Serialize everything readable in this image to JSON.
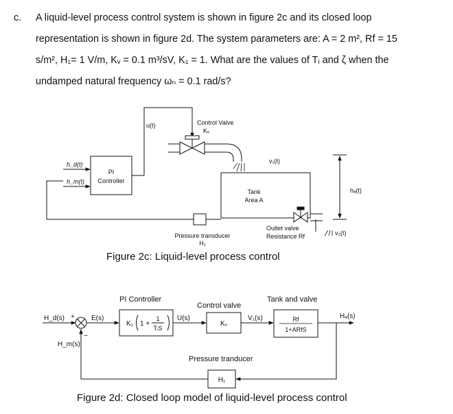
{
  "question": {
    "label": "c.",
    "line1": "A liquid-level process control system is shown in figure 2c and its closed loop",
    "line2": "representation is shown in figure 2d. The system parameters are: A = 2 m², Rf = 15",
    "line3": "s/m², H₁= 1 V/m, Kᵥ = 0.1 m³/sV, K₁ = 1. What are the values of Tᵢ and ζ when the",
    "line4": "undamped natural frequency ωₙ = 0.1 rad/s?"
  },
  "fig2c": {
    "u_label": "u(t)",
    "control_valve": "Control Valve",
    "kv": "Kᵥ",
    "v1": "v₁(t)",
    "hd": "h_d(t)",
    "hm": "h_m(t)",
    "pi_line1": "PI",
    "pi_line2": "Controller",
    "tank_line1": "Tank",
    "tank_line2": "Area  A",
    "ha": "hₐ(t)",
    "outlet_line1": "Outlet valve",
    "outlet_line2": "Resistance Rf",
    "v2": "v₂(t)",
    "pt_line1": "Pressure transducer",
    "pt_line2": "H₁",
    "caption": "Figure 2c: Liquid-level process control"
  },
  "fig2d": {
    "pi_title": "PI Controller",
    "cv_title": "Control valve",
    "tv_title": "Tank and valve",
    "hd_s": "H_d(s)",
    "plus": "+",
    "minus": "−",
    "e_s": "E(s)",
    "k1": "K₁",
    "one_plus": "1 +",
    "frac_num": "1",
    "frac_den": "TᵢS",
    "u_s": "U(s)",
    "kv_block": "Kᵥ",
    "v1_s": "V₁(s)",
    "tank_num": "Rf",
    "tank_den": "1+ARfS",
    "ha_s": "Hₐ(s)",
    "hm_s": "H_m(s)",
    "pt_title": "Pressure tranducer",
    "h1": "H₁",
    "caption": "Figure 2d: Closed loop model of liquid-level process control"
  }
}
